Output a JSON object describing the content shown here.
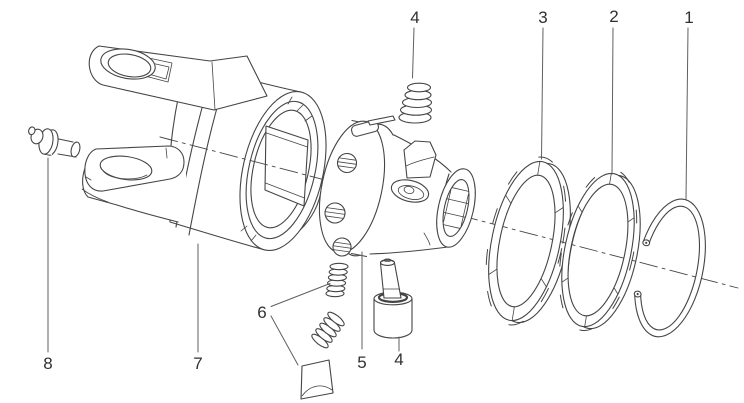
{
  "diagram": {
    "colors": {
      "bg": "#ffffff",
      "line": "#454545",
      "label": "#303030",
      "leader": "#5f5f5f"
    },
    "callouts": [
      {
        "label": "1"
      },
      {
        "label": "2"
      },
      {
        "label": "3"
      },
      {
        "label": "4"
      },
      {
        "label": "5"
      },
      {
        "label": "6"
      },
      {
        "label": "7"
      },
      {
        "label": "8"
      },
      {
        "label": "4"
      }
    ]
  }
}
